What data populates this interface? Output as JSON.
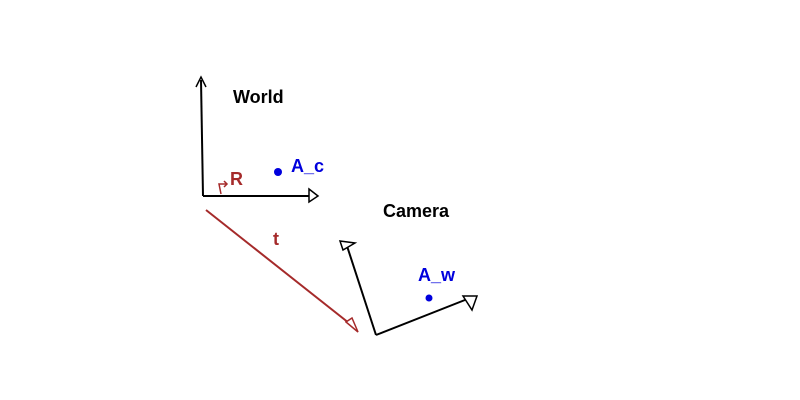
{
  "labels": {
    "world": "World",
    "camera": "Camera",
    "rotation": "R",
    "translation": "t",
    "point_c": "A_c",
    "point_w": "A_w"
  },
  "colors": {
    "frame": "#000000",
    "transform": "#a52a2a",
    "point": "#0000dd",
    "background": "#ffffff"
  }
}
